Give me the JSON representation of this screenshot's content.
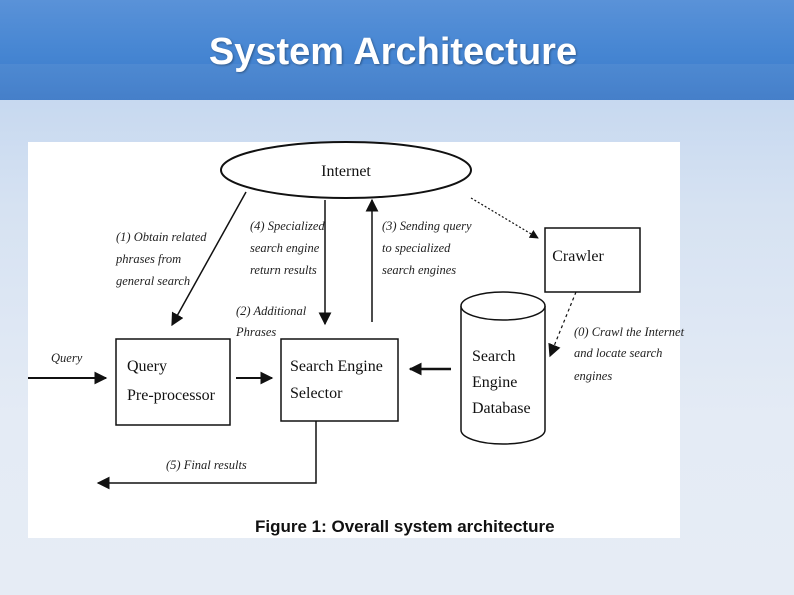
{
  "slide": {
    "title": "System Architecture"
  },
  "diagram": {
    "nodes": {
      "internet": "Internet",
      "crawler": "Crawler",
      "query_preprocessor": [
        "Query",
        "Pre-processor"
      ],
      "search_engine_selector": [
        "Search Engine",
        "Selector"
      ],
      "search_engine_database": [
        "Search",
        "Engine",
        "Database"
      ]
    },
    "edge_labels": {
      "input_query": "Query",
      "step1": [
        "(1) Obtain related",
        "phrases from",
        "general search"
      ],
      "step2": [
        "(2) Additional",
        "Phrases"
      ],
      "step3": [
        "(3) Sending query",
        "to specialized",
        "search engines"
      ],
      "step4": [
        "(4) Specialized",
        "search engine",
        "return results"
      ],
      "step0": [
        "(0) Crawl the Internet",
        "and locate search",
        "engines"
      ],
      "step5": "(5) Final results"
    },
    "caption": "Figure 1: Overall system architecture"
  },
  "colors": {
    "title_bar": "#4585d2",
    "title_text": "#ffffff",
    "background": "#e4ebf5",
    "figure_background": "#ffffff",
    "line": "#111111"
  }
}
